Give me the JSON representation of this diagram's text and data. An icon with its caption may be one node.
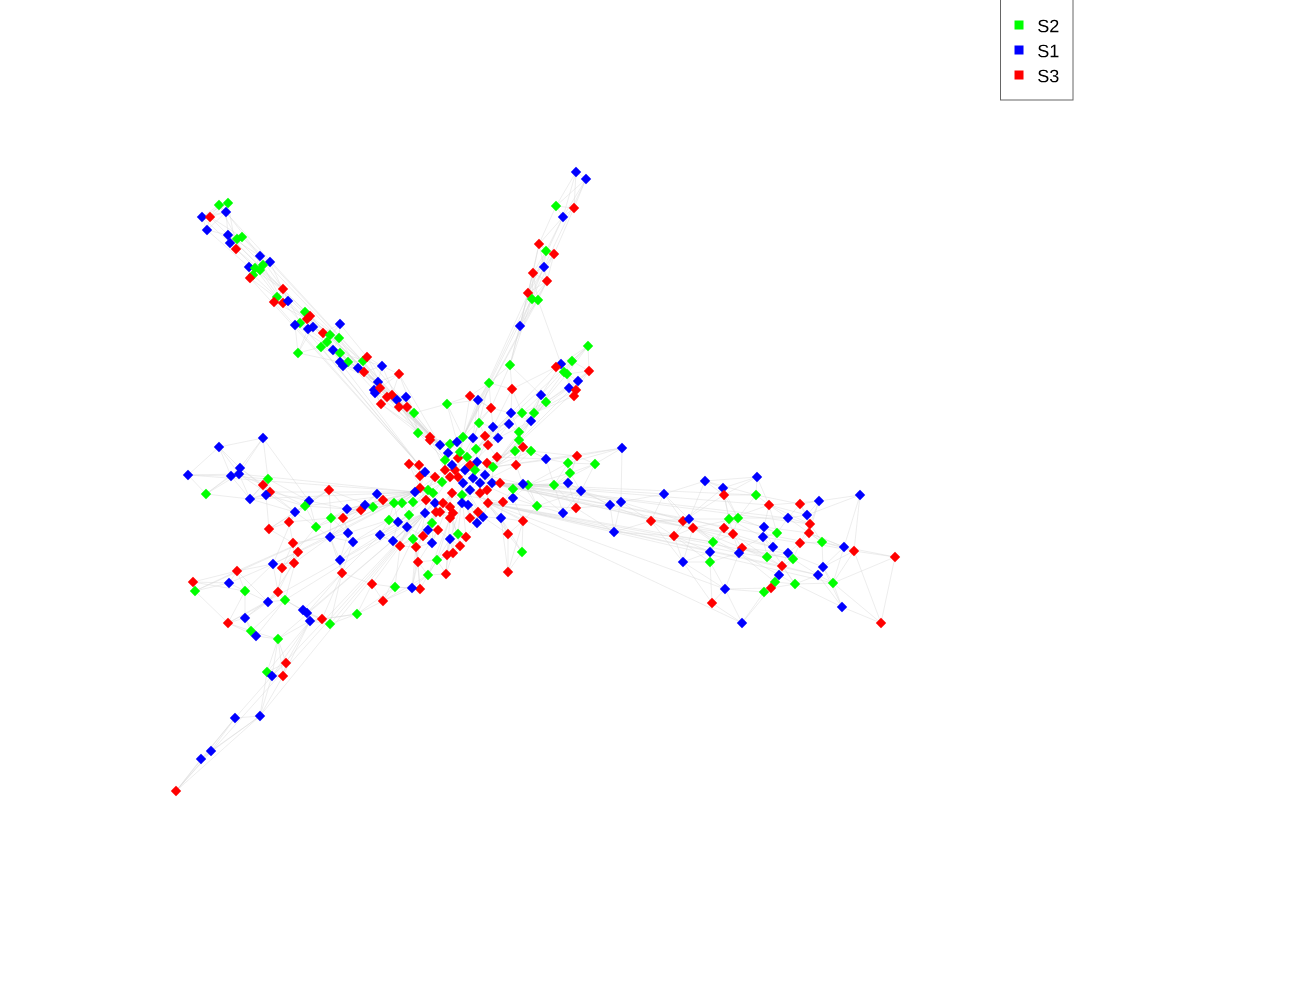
{
  "diagram": {
    "legend": [
      {
        "text": "S2",
        "color": "#00ff00"
      },
      {
        "text": "S1",
        "color": "#0000ff"
      },
      {
        "text": "S3",
        "color": "#ff0000"
      }
    ]
  }
}
